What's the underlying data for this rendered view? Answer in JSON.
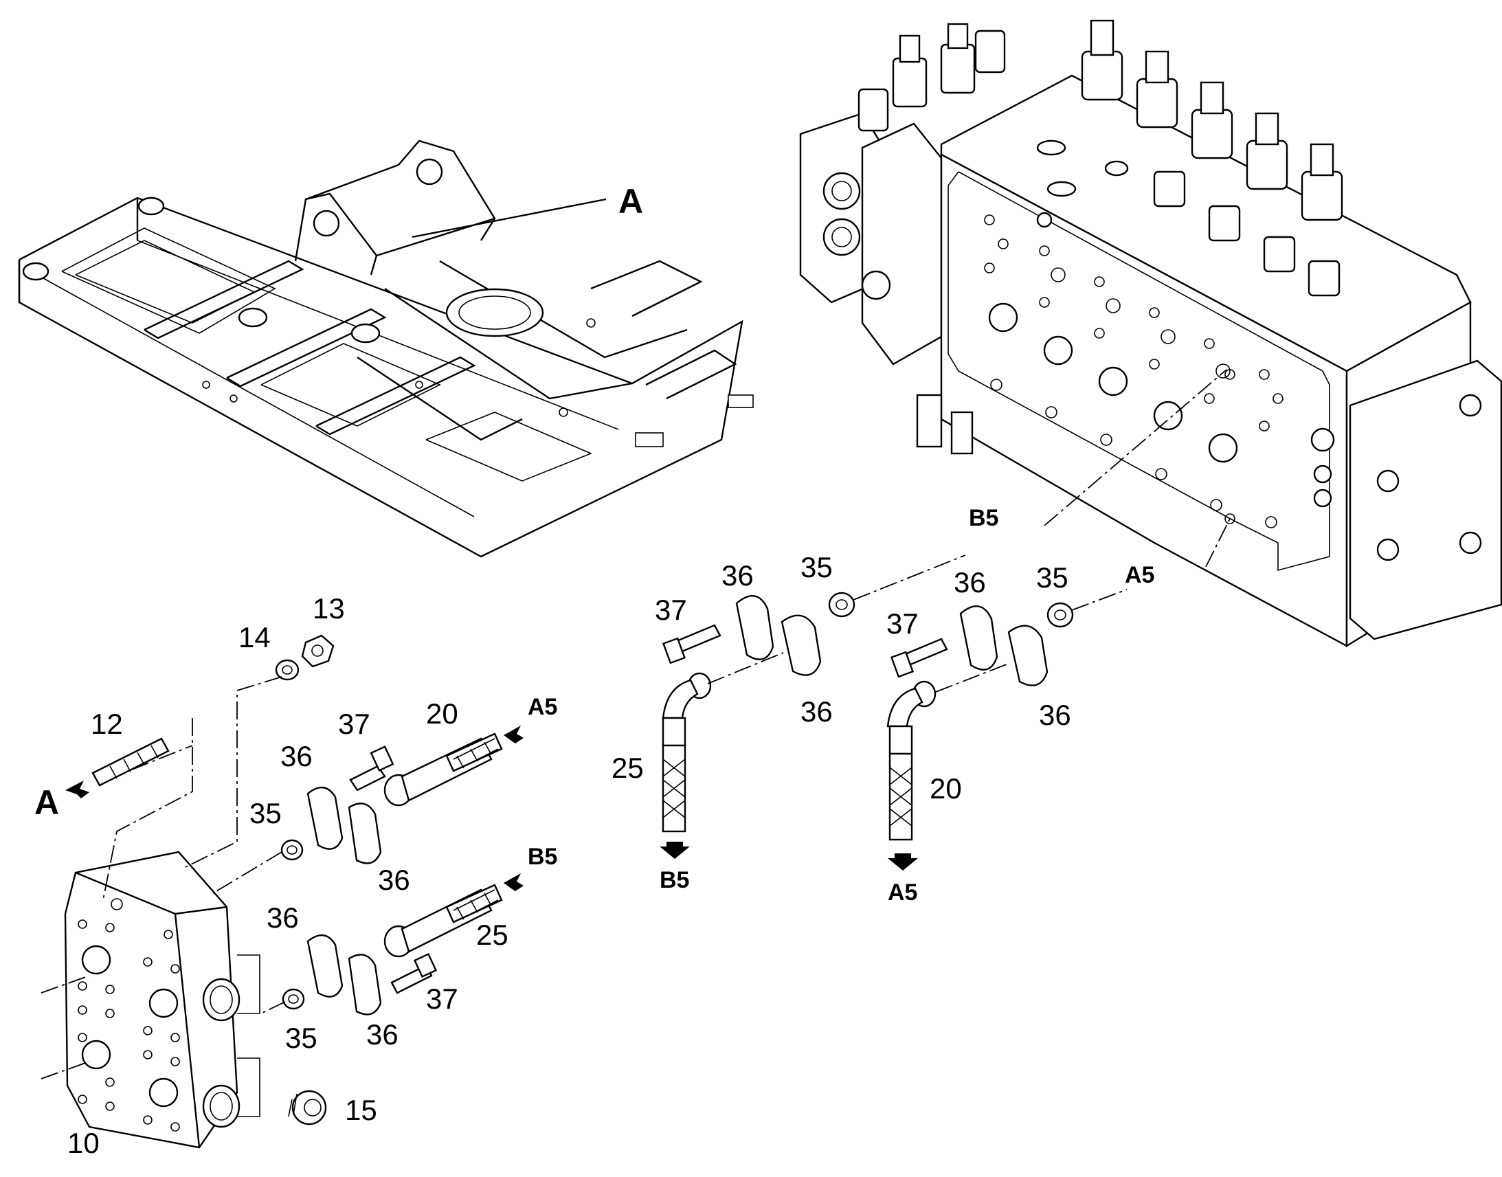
{
  "frame_label": "A",
  "detail_ref": "A",
  "callouts": {
    "n10": "10",
    "n12": "12",
    "n13": "13",
    "n14": "14",
    "n15": "15",
    "left_20": "20",
    "left_25": "25",
    "left_36a": "36",
    "left_36b": "36",
    "left_36c": "36",
    "left_36d": "36",
    "left_35a": "35",
    "left_35b": "35",
    "left_37a": "37",
    "left_37b": "37",
    "mid_37": "37",
    "mid_36a": "36",
    "mid_35": "35",
    "mid_36b": "36",
    "mid_25": "25",
    "right_37": "37",
    "right_36a": "36",
    "right_35": "35",
    "right_36b": "36",
    "right_20": "20"
  },
  "port_refs": {
    "left_a5": "A5",
    "left_b5": "B5",
    "line_b5": "B5",
    "line_a5": "A5",
    "hose_b5": "B5",
    "hose_a5": "A5"
  }
}
